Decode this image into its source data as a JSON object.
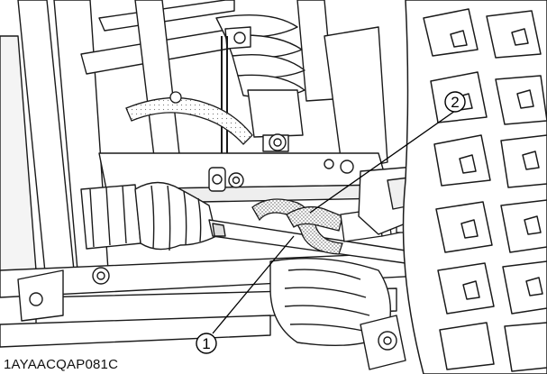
{
  "figure_code": "1AYAACQAP081C",
  "callouts": [
    {
      "id": "1",
      "label": "1"
    },
    {
      "id": "2",
      "label": "2"
    }
  ],
  "colors": {
    "ink": "#1a1a1a",
    "background": "#ffffff",
    "stipple": "#8a8a8a"
  }
}
